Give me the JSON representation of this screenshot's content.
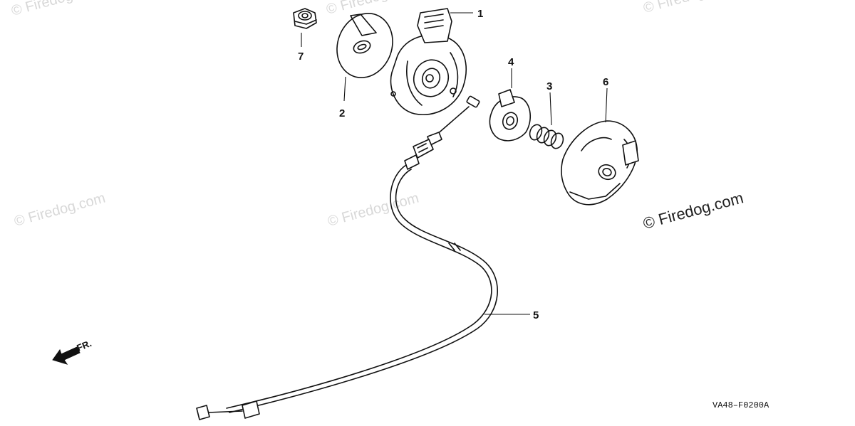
{
  "watermark": {
    "text": "© Firedog.com",
    "main_text": "© Firedog.com"
  },
  "callouts": [
    {
      "id": "1",
      "label": "1"
    },
    {
      "id": "2",
      "label": "2"
    },
    {
      "id": "3",
      "label": "3"
    },
    {
      "id": "4",
      "label": "4"
    },
    {
      "id": "5",
      "label": "5"
    },
    {
      "id": "6",
      "label": "6"
    },
    {
      "id": "7",
      "label": "7"
    }
  ],
  "direction_label": "FR.",
  "diagram_code": "VA48–F0200A"
}
